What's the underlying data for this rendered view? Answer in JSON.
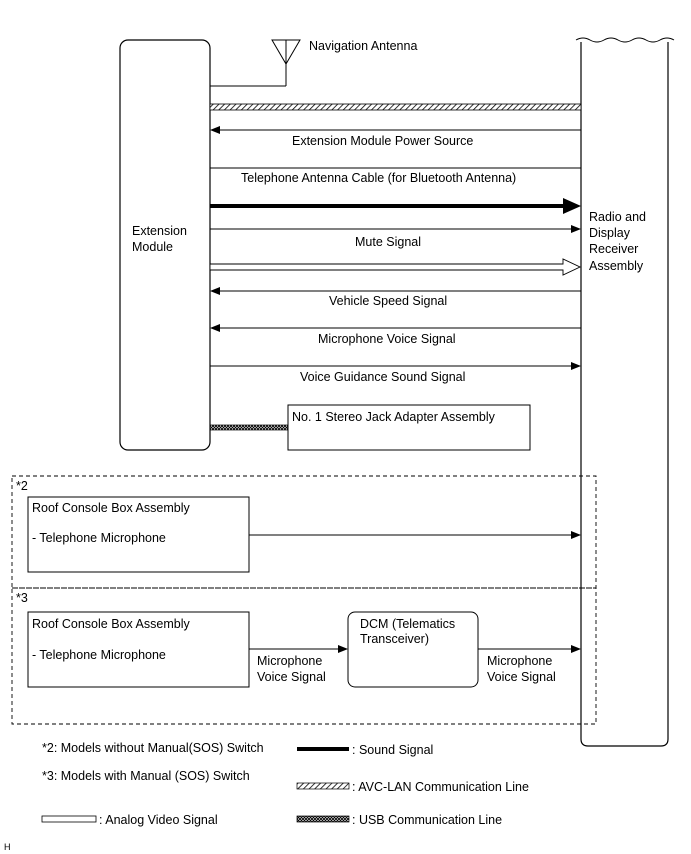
{
  "antenna": {
    "label": "Navigation Antenna"
  },
  "extension_module": {
    "line1": "Extension",
    "line2": "Module"
  },
  "radio_receiver": {
    "line1": "Radio and",
    "line2": "Display",
    "line3": "Receiver",
    "line4": "Assembly"
  },
  "signals": {
    "power_source": "Extension Module Power Source",
    "telephone_antenna": "Telephone Antenna Cable (for Bluetooth Antenna)",
    "mute": "Mute Signal",
    "vehicle_speed": "Vehicle Speed Signal",
    "microphone_voice": "Microphone Voice Signal",
    "voice_guidance": "Voice Guidance Sound Signal"
  },
  "stereo_jack": {
    "label": "No. 1 Stereo Jack Adapter Assembly"
  },
  "group2": {
    "tag": "*2",
    "box_title": "Roof Console Box Assembly",
    "box_sub": "- Telephone Microphone"
  },
  "group3": {
    "tag": "*3",
    "box_title": "Roof Console Box Assembly",
    "box_sub": "- Telephone Microphone",
    "signal1_line1": "Microphone",
    "signal1_line2": "Voice Signal",
    "dcm_line1": "DCM (Telematics",
    "dcm_line2": "Transceiver)",
    "signal2_line1": "Microphone",
    "signal2_line2": "Voice Signal"
  },
  "legend": {
    "note2": "*2: Models without Manual(SOS) Switch",
    "note3": "*3: Models with Manual (SOS) Switch",
    "sound_signal": ": Sound Signal",
    "avc_lan": ": AVC-LAN Communication Line",
    "analog_video": ": Analog Video Signal",
    "usb": ": USB Communication Line"
  },
  "corner_mark": "H"
}
